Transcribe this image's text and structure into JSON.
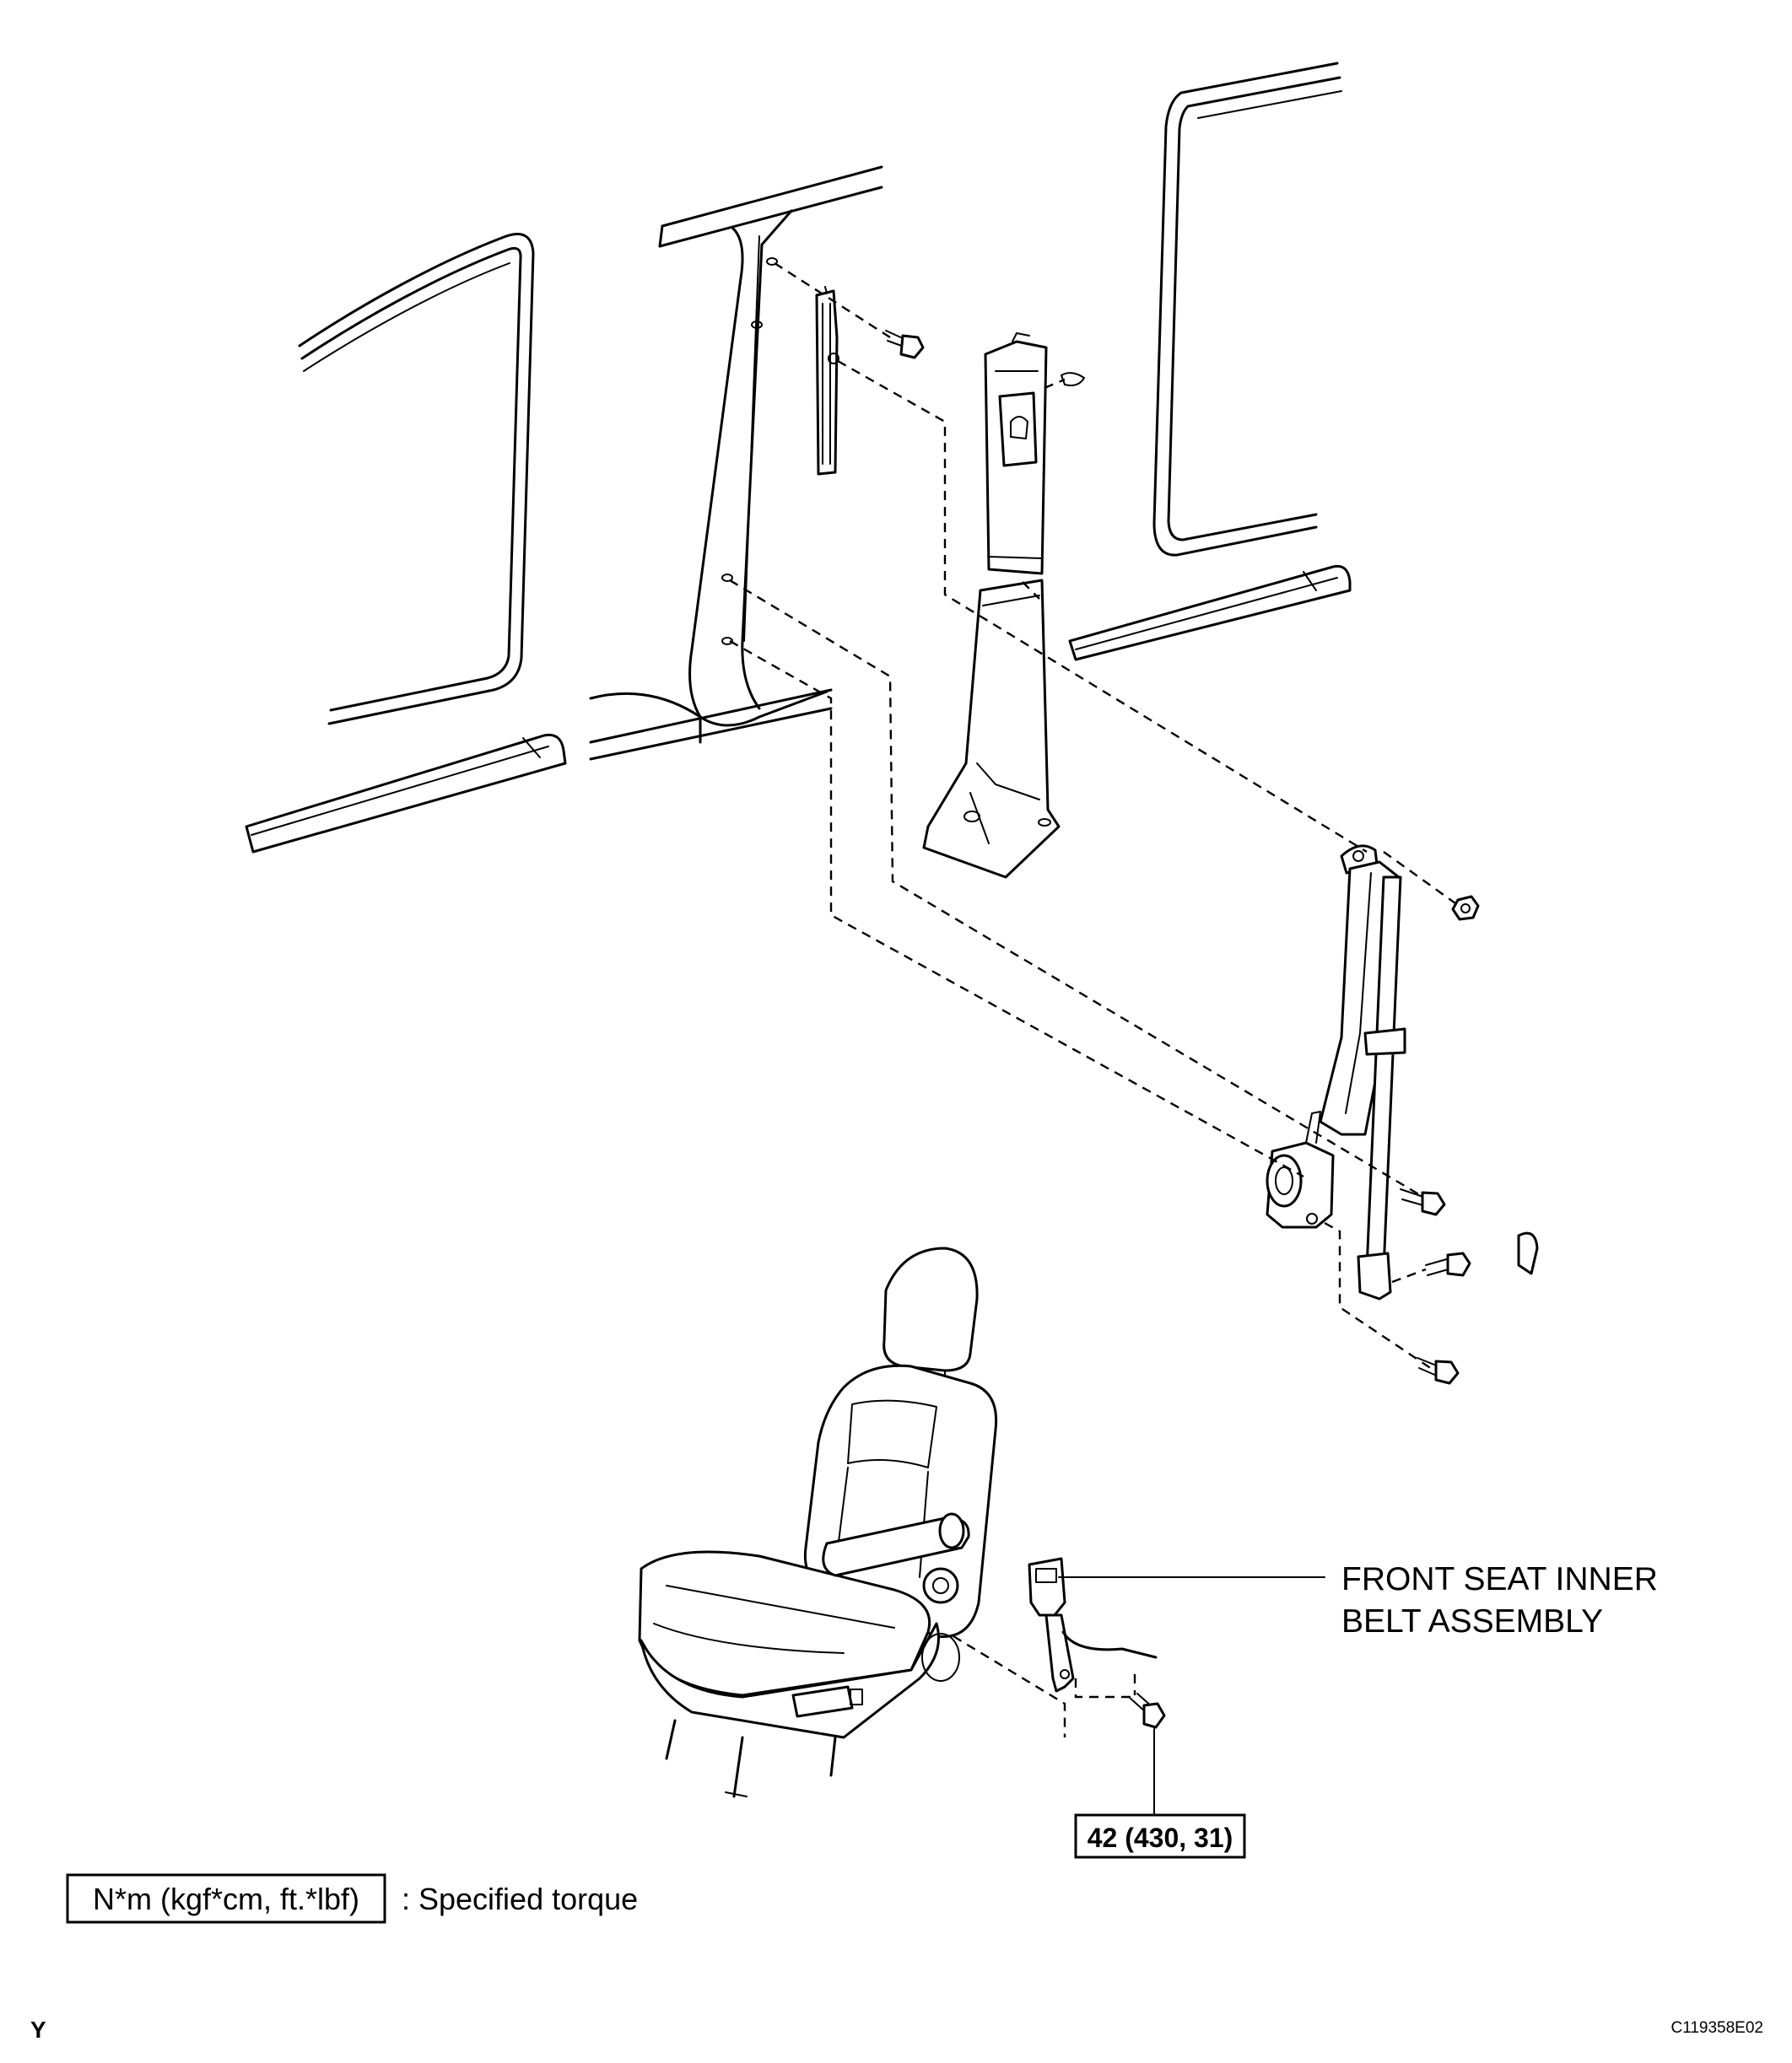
{
  "callouts": {
    "inner_belt_line1": "FRONT SEAT INNER",
    "inner_belt_line2": "BELT ASSEMBLY",
    "torque_value": "42 (430, 31)"
  },
  "legend": {
    "unit_box": "N*m (kgf*cm, ft.*lbf)",
    "description": ": Specified torque"
  },
  "footer": {
    "corner_mark": "Y",
    "figure_code": "C119358E02"
  }
}
